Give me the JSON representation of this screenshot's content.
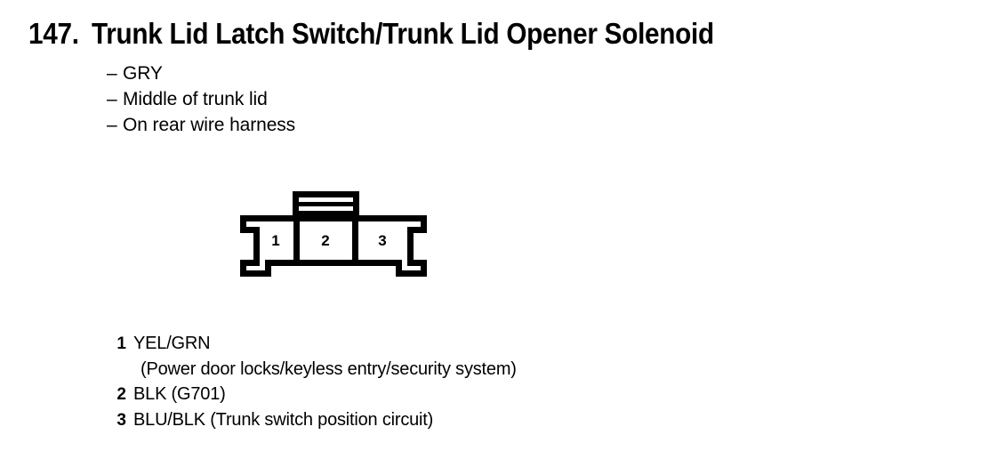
{
  "page": {
    "entry_number": "147.",
    "title": "Trunk Lid Latch Switch/Trunk Lid Opener Solenoid"
  },
  "description": {
    "bullet_marker": "–",
    "items": [
      {
        "text": "GRY"
      },
      {
        "text": "Middle of trunk lid"
      },
      {
        "text": "On rear wire harness"
      }
    ]
  },
  "connector": {
    "type": "3-cavity-connector",
    "cavity_count": 3,
    "cavities": [
      {
        "number": "1"
      },
      {
        "number": "2"
      },
      {
        "number": "3"
      }
    ],
    "stroke_color": "#000000",
    "fill_color": "#ffffff"
  },
  "pin_legend": [
    {
      "number": "1",
      "wire": "YEL/GRN",
      "circuit": "(Power door locks/keyless entry/security system)"
    },
    {
      "number": "2",
      "wire": "BLK (G701)",
      "circuit": ""
    },
    {
      "number": "3",
      "wire": "BLU/BLK (Trunk switch position circuit)",
      "circuit": ""
    }
  ]
}
